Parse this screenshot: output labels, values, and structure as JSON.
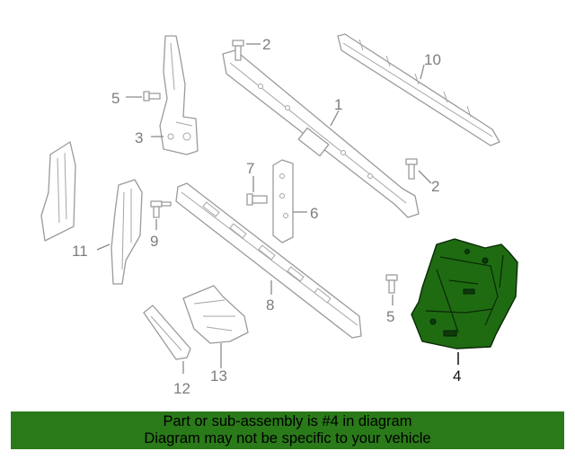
{
  "callouts": {
    "c1": "1",
    "c2a": "2",
    "c2b": "2",
    "c3": "3",
    "c4": "4",
    "c5a": "5",
    "c5b": "5",
    "c6": "6",
    "c7": "7",
    "c8": "8",
    "c9": "9",
    "c10": "10",
    "c11": "11",
    "c12": "12",
    "c13": "13"
  },
  "selected_part": "4",
  "colors": {
    "highlight": "#1f6b12",
    "banner": "#2a7a19"
  },
  "banner": {
    "line1": "Part or sub-assembly is #4 in diagram",
    "line2": "Diagram may not be specific to your vehicle"
  }
}
